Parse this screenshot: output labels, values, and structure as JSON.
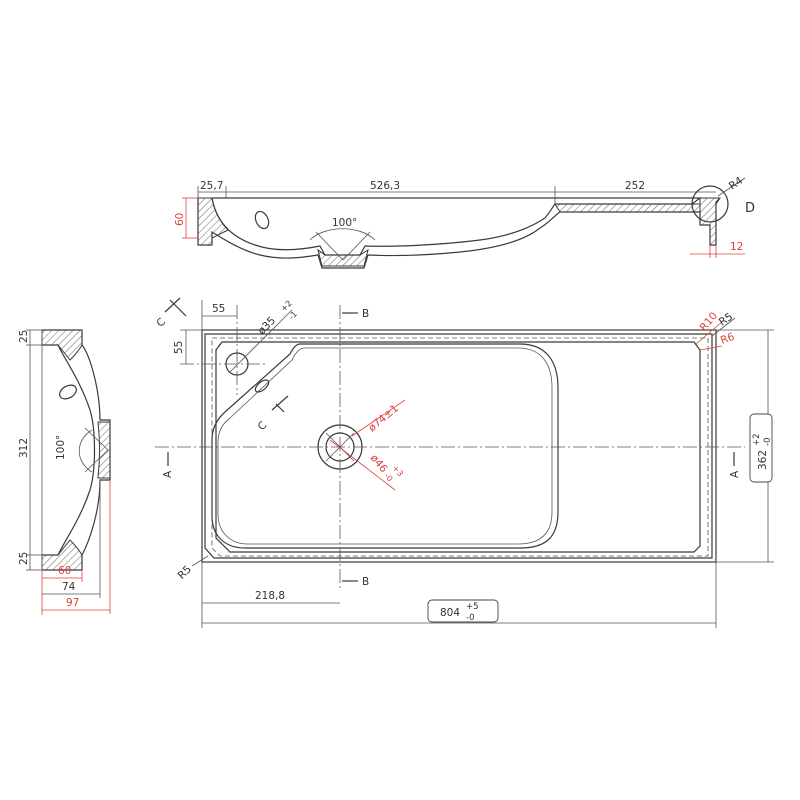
{
  "colors": {
    "line": "#3a3a3a",
    "accent": "#e0403a",
    "background": "#ffffff"
  },
  "top_view": {
    "dim_25_7": "25,7",
    "dim_526_3": "526,3",
    "dim_252": "252",
    "dim_60": "60",
    "angle_100": "100°",
    "radius_r4": "R4",
    "detail_d": "D",
    "dim_12": "12"
  },
  "side_view": {
    "dim_25_top": "25",
    "dim_312": "312",
    "dim_25_bottom": "25",
    "angle_100": "100°",
    "dim_60": "60",
    "dim_74": "74",
    "dim_97": "97"
  },
  "plan_view": {
    "dim_55_h": "55",
    "dim_55_v": "55",
    "hole_35": "ø35",
    "hole_35_tol": "+2",
    "hole_35_tol2": "-1",
    "section_b": "B",
    "section_c": "C",
    "section_a": "A",
    "drain_74": "ø74±1",
    "drain_46": "ø46",
    "drain_46_tol": "+3",
    "drain_46_tol2": "-0",
    "radius_r10": "R10",
    "radius_r5": "R5",
    "radius_r6": "R6",
    "radius_r5_bl": "R5",
    "dim_218_8": "218,8",
    "dim_804": "804",
    "dim_804_tol_plus": "+5",
    "dim_804_tol_minus": "-0",
    "dim_362": "362",
    "dim_362_tol_plus": "+2",
    "dim_362_tol_minus": "-0"
  }
}
